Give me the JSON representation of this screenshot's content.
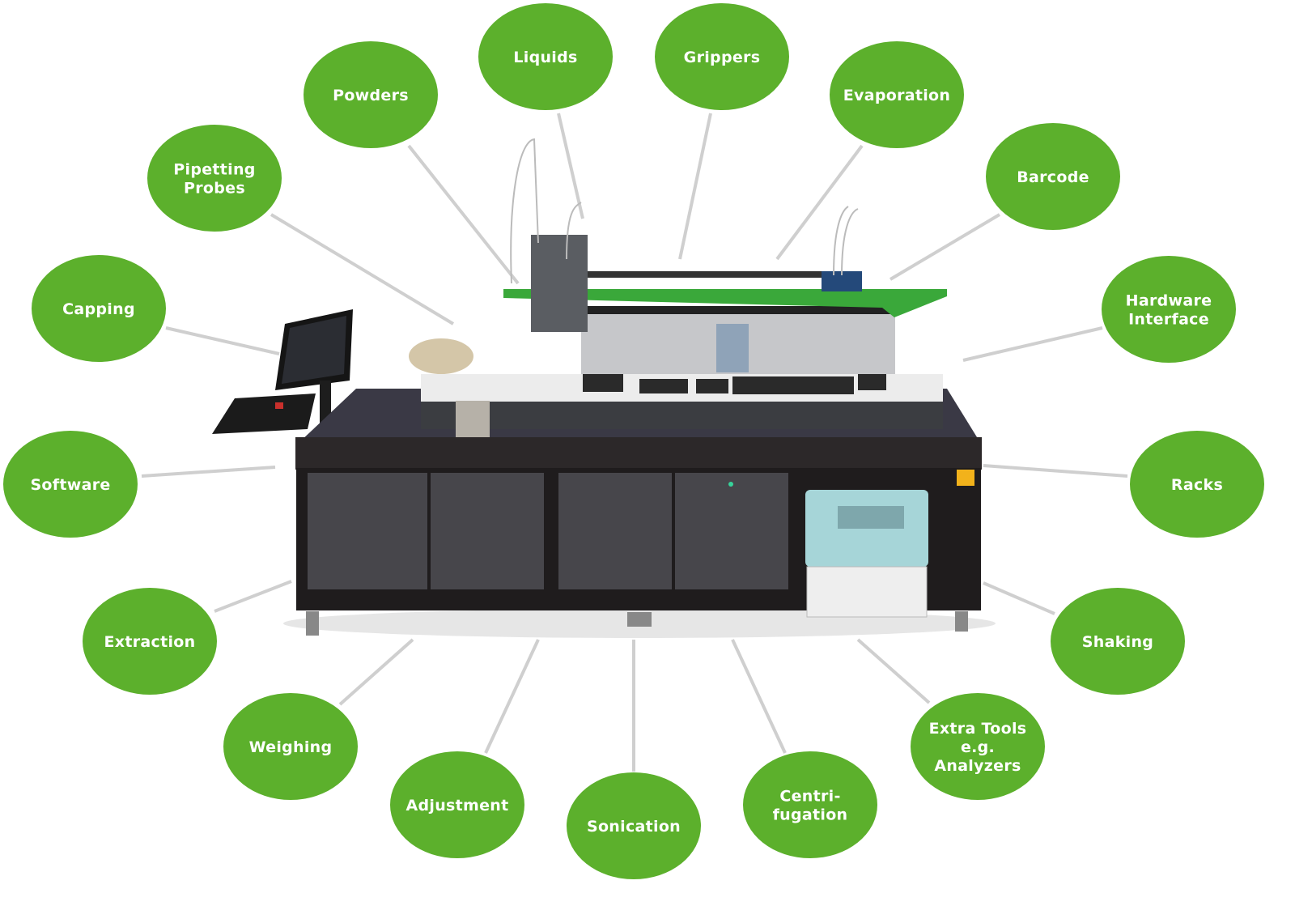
{
  "colors": {
    "bubble": "#5cb02c",
    "connector": "#cfcfcf",
    "machine_dark": "#2a2728",
    "accent_green": "#3aa83a"
  },
  "capabilities": [
    {
      "id": "liquids",
      "lines": [
        "Liquids"
      ]
    },
    {
      "id": "grippers",
      "lines": [
        "Grippers"
      ]
    },
    {
      "id": "powders",
      "lines": [
        "Powders"
      ]
    },
    {
      "id": "evaporation",
      "lines": [
        "Evaporation"
      ]
    },
    {
      "id": "pipetting-probes",
      "lines": [
        "Pipetting",
        "Probes"
      ]
    },
    {
      "id": "barcode",
      "lines": [
        "Barcode"
      ]
    },
    {
      "id": "capping",
      "lines": [
        "Capping"
      ]
    },
    {
      "id": "hardware-interface",
      "lines": [
        "Hardware",
        "Interface"
      ]
    },
    {
      "id": "software",
      "lines": [
        "Software"
      ]
    },
    {
      "id": "racks",
      "lines": [
        "Racks"
      ]
    },
    {
      "id": "extraction",
      "lines": [
        "Extraction"
      ]
    },
    {
      "id": "shaking",
      "lines": [
        "Shaking"
      ]
    },
    {
      "id": "weighing",
      "lines": [
        "Weighing"
      ]
    },
    {
      "id": "extra-tools",
      "lines": [
        "Extra Tools",
        "e.g.",
        "Analyzers"
      ]
    },
    {
      "id": "adjustment",
      "lines": [
        "Adjustment"
      ]
    },
    {
      "id": "centrifugation",
      "lines": [
        "Centri-",
        "fugation"
      ]
    },
    {
      "id": "sonication",
      "lines": [
        "Sonication"
      ]
    }
  ]
}
